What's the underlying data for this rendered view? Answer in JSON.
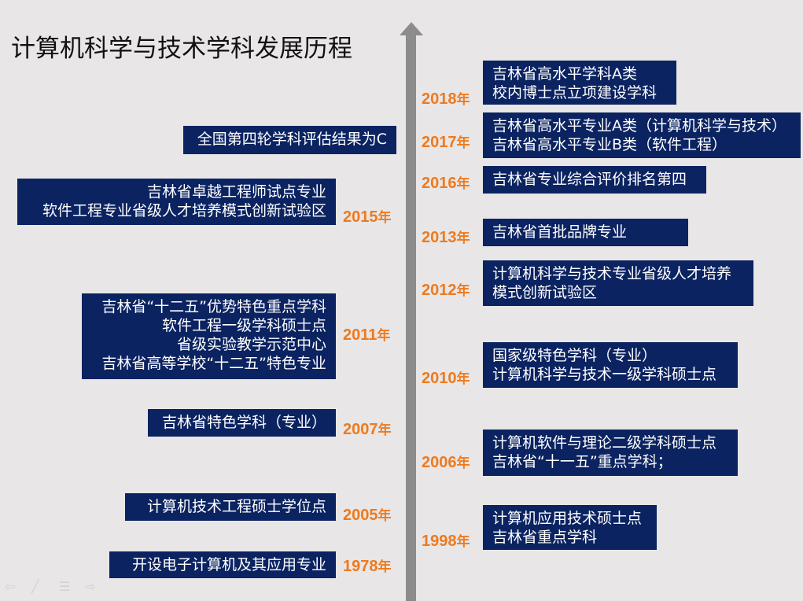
{
  "title": "计算机科学与技术学科发展历程",
  "right": [
    {
      "year": "2018",
      "lines": [
        "吉林省高水平学科A类",
        "校内博士点立项建设学科"
      ]
    },
    {
      "year": "2017",
      "lines": [
        "吉林省高水平专业A类（计算机科学与技术）",
        "吉林省高水平专业B类（软件工程）"
      ]
    },
    {
      "year": "2016",
      "lines": [
        "吉林省专业综合评价排名第四"
      ]
    },
    {
      "year": "2013",
      "lines": [
        "吉林省首批品牌专业"
      ]
    },
    {
      "year": "2012",
      "lines": [
        "计算机科学与技术专业省级人才培养",
        "模式创新试验区"
      ]
    },
    {
      "year": "2010",
      "lines": [
        "国家级特色学科（专业）",
        "计算机科学与技术一级学科硕士点"
      ]
    },
    {
      "year": "2006",
      "lines": [
        "计算机软件与理论二级学科硕士点",
        "吉林省“十一五”重点学科；"
      ]
    },
    {
      "year": "1998",
      "lines": [
        "计算机应用技术硕士点",
        "吉林省重点学科"
      ]
    }
  ],
  "left": [
    {
      "year": "",
      "lines": [
        "全国第四轮学科评估结果为C"
      ]
    },
    {
      "year": "2015",
      "lines": [
        "吉林省卓越工程师试点专业",
        "软件工程专业省级人才培养模式创新试验区"
      ]
    },
    {
      "year": "2011",
      "lines": [
        "吉林省“十二五”优势特色重点学科",
        "软件工程一级学科硕士点",
        "省级实验教学示范中心",
        "吉林省高等学校“十二五”特色专业"
      ]
    },
    {
      "year": "2007",
      "lines": [
        "吉林省特色学科（专业）"
      ]
    },
    {
      "year": "2005",
      "lines": [
        "计算机技术工程硕士学位点"
      ]
    },
    {
      "year": "1978",
      "lines": [
        "开设电子计算机及其应用专业"
      ]
    }
  ],
  "year_suffix": "年",
  "colors": {
    "box": "#0b2361",
    "year": "#ee7a1f",
    "arrow": "#8c8c8c"
  }
}
